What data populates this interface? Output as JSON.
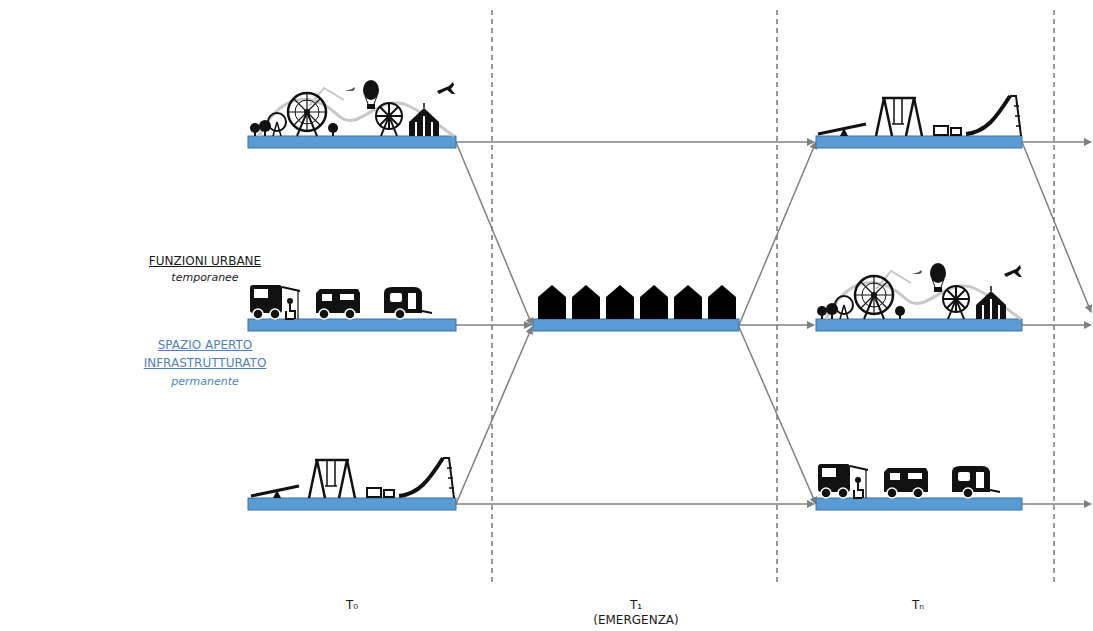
{
  "diagram": {
    "labels": [
      "FUNZIONI URBANE",
      "temporanee",
      "SPAZIO APERTO INFRASTRUTTURATO",
      "permanente",
      "T₀",
      "T₁",
      "(EMERGENZA)",
      "Tₙ"
    ]
  }
}
